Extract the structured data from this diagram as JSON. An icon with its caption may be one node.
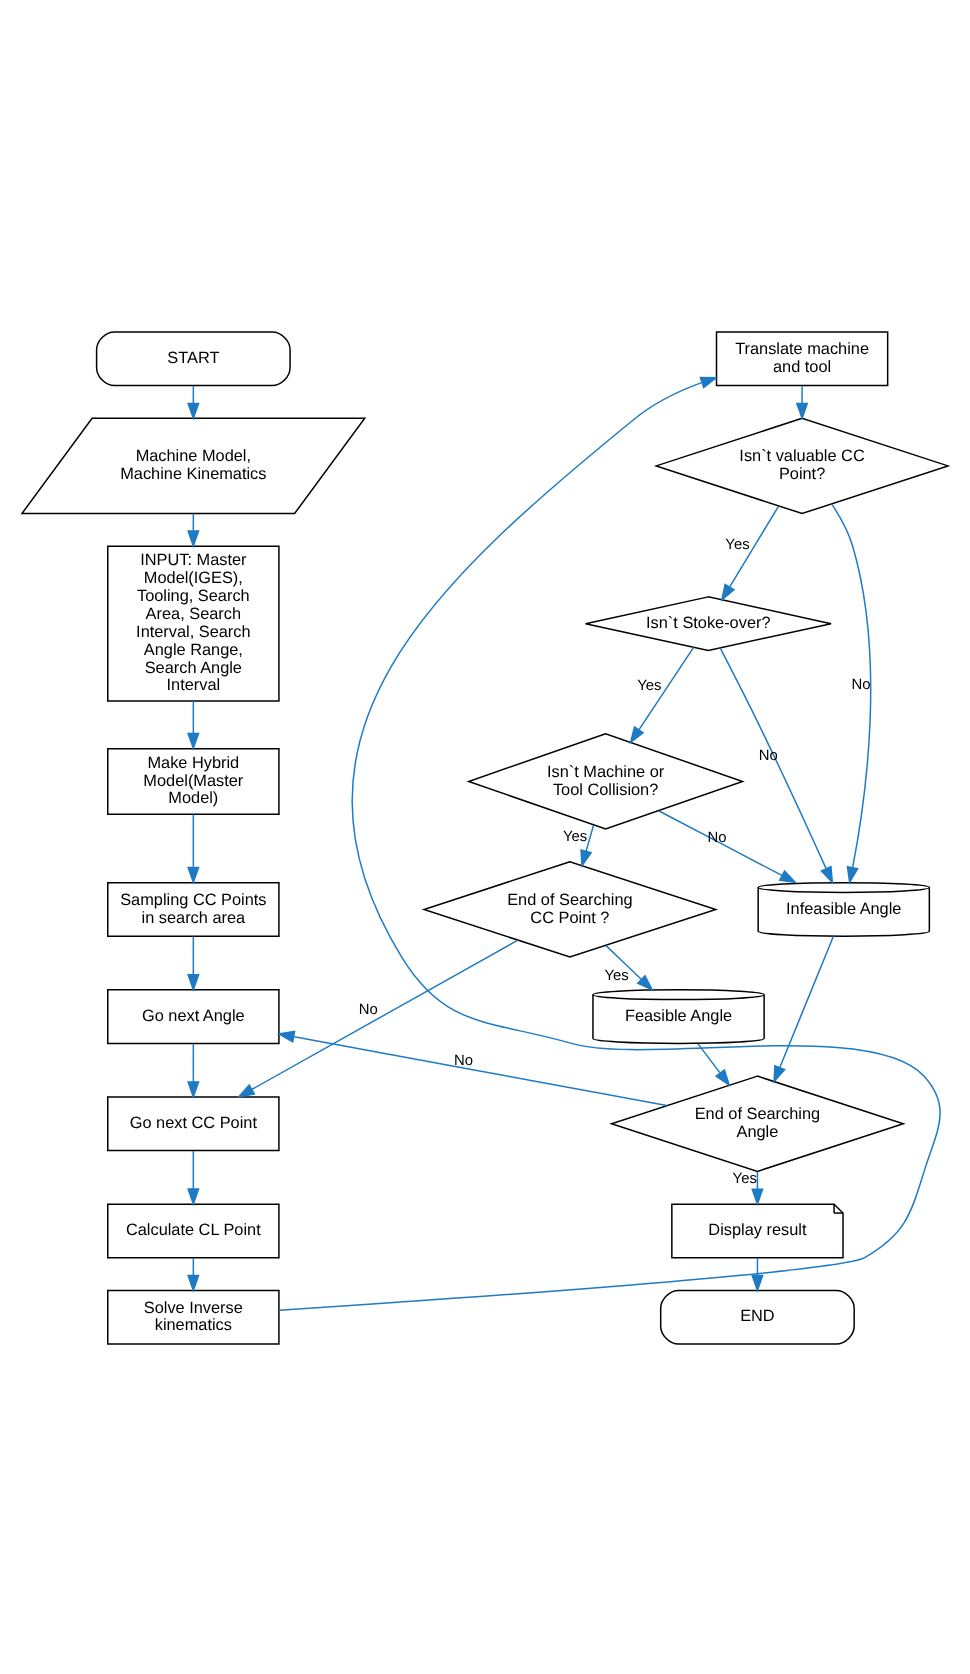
{
  "diagram": {
    "nodes": [
      {
        "text": [
          "START"
        ]
      },
      {
        "text": [
          "Machine Model, Machine Kinematics"
        ]
      },
      {
        "text": [
          "INPUT: Master Model(IGES), Tooling, Search Area, Search Interval, Search Angle Range, Search Angle Interval"
        ]
      },
      {
        "text": [
          "Make Hybrid Model(Master Model)"
        ]
      },
      {
        "text": [
          "Sampling CC Points in search area"
        ]
      },
      {
        "text": [
          "Go next Angle"
        ]
      },
      {
        "text": [
          "Go next CC Point"
        ]
      },
      {
        "text": [
          "Calculate CL Point"
        ]
      },
      {
        "text": [
          "Solve Inverse kinematics"
        ]
      },
      {
        "text": [
          "Translate machine and tool"
        ]
      },
      {
        "text": [
          "Isn`t valuable CC Point?"
        ]
      },
      {
        "text": [
          "Isn`t Stoke-over?"
        ]
      },
      {
        "text": [
          "Isn`t Machine or Tool Collision?"
        ]
      },
      {
        "text": [
          "End of Searching CC Point ?"
        ]
      },
      {
        "text": [
          "Feasible Angle"
        ]
      },
      {
        "text": [
          "Infeasible Angle"
        ]
      },
      {
        "text": [
          "End of Searching Angle"
        ]
      },
      {
        "text": [
          "Display result"
        ]
      },
      {
        "text": [
          "END"
        ]
      }
    ],
    "edges": [
      {
        "from": 0,
        "to": 1,
        "arrow": "to"
      },
      {
        "from": 1,
        "to": 2,
        "arrow": "to"
      },
      {
        "from": 2,
        "to": 3,
        "arrow": "to"
      },
      {
        "from": 3,
        "to": 4,
        "arrow": "to"
      },
      {
        "from": 4,
        "to": 5,
        "arrow": "to"
      },
      {
        "from": 5,
        "to": 6,
        "arrow": "to"
      },
      {
        "from": 6,
        "to": 7,
        "arrow": "to"
      },
      {
        "from": 7,
        "to": 8,
        "arrow": "to"
      },
      {
        "from": 8,
        "to": 9,
        "arrow": "to"
      },
      {
        "from": 9,
        "to": 10,
        "arrow": "to"
      },
      {
        "from": 10,
        "to": 11,
        "label": "Yes",
        "arrow": "to"
      },
      {
        "from": 10,
        "to": 15,
        "label": "No",
        "arrow": "to"
      },
      {
        "from": 11,
        "to": 12,
        "label": "Yes",
        "arrow": "to"
      },
      {
        "from": 11,
        "to": 15,
        "label": "No",
        "arrow": "to"
      },
      {
        "from": 12,
        "to": 13,
        "label": "Yes",
        "arrow": "to"
      },
      {
        "from": 12,
        "to": 15,
        "label": "No",
        "arrow": "to"
      },
      {
        "from": 13,
        "to": 14,
        "label": "Yes",
        "arrow": "to"
      },
      {
        "from": 13,
        "to": 6,
        "label": "No",
        "arrow": "to"
      },
      {
        "from": 14,
        "to": 16,
        "arrow": "to"
      },
      {
        "from": 15,
        "to": 16,
        "arrow": "to"
      },
      {
        "from": 16,
        "to": 17,
        "label": "Yes",
        "arrow": "to"
      },
      {
        "from": 16,
        "to": 5,
        "label": "No",
        "arrow": "to"
      },
      {
        "from": 17,
        "to": 18,
        "arrow": "to"
      }
    ]
  }
}
